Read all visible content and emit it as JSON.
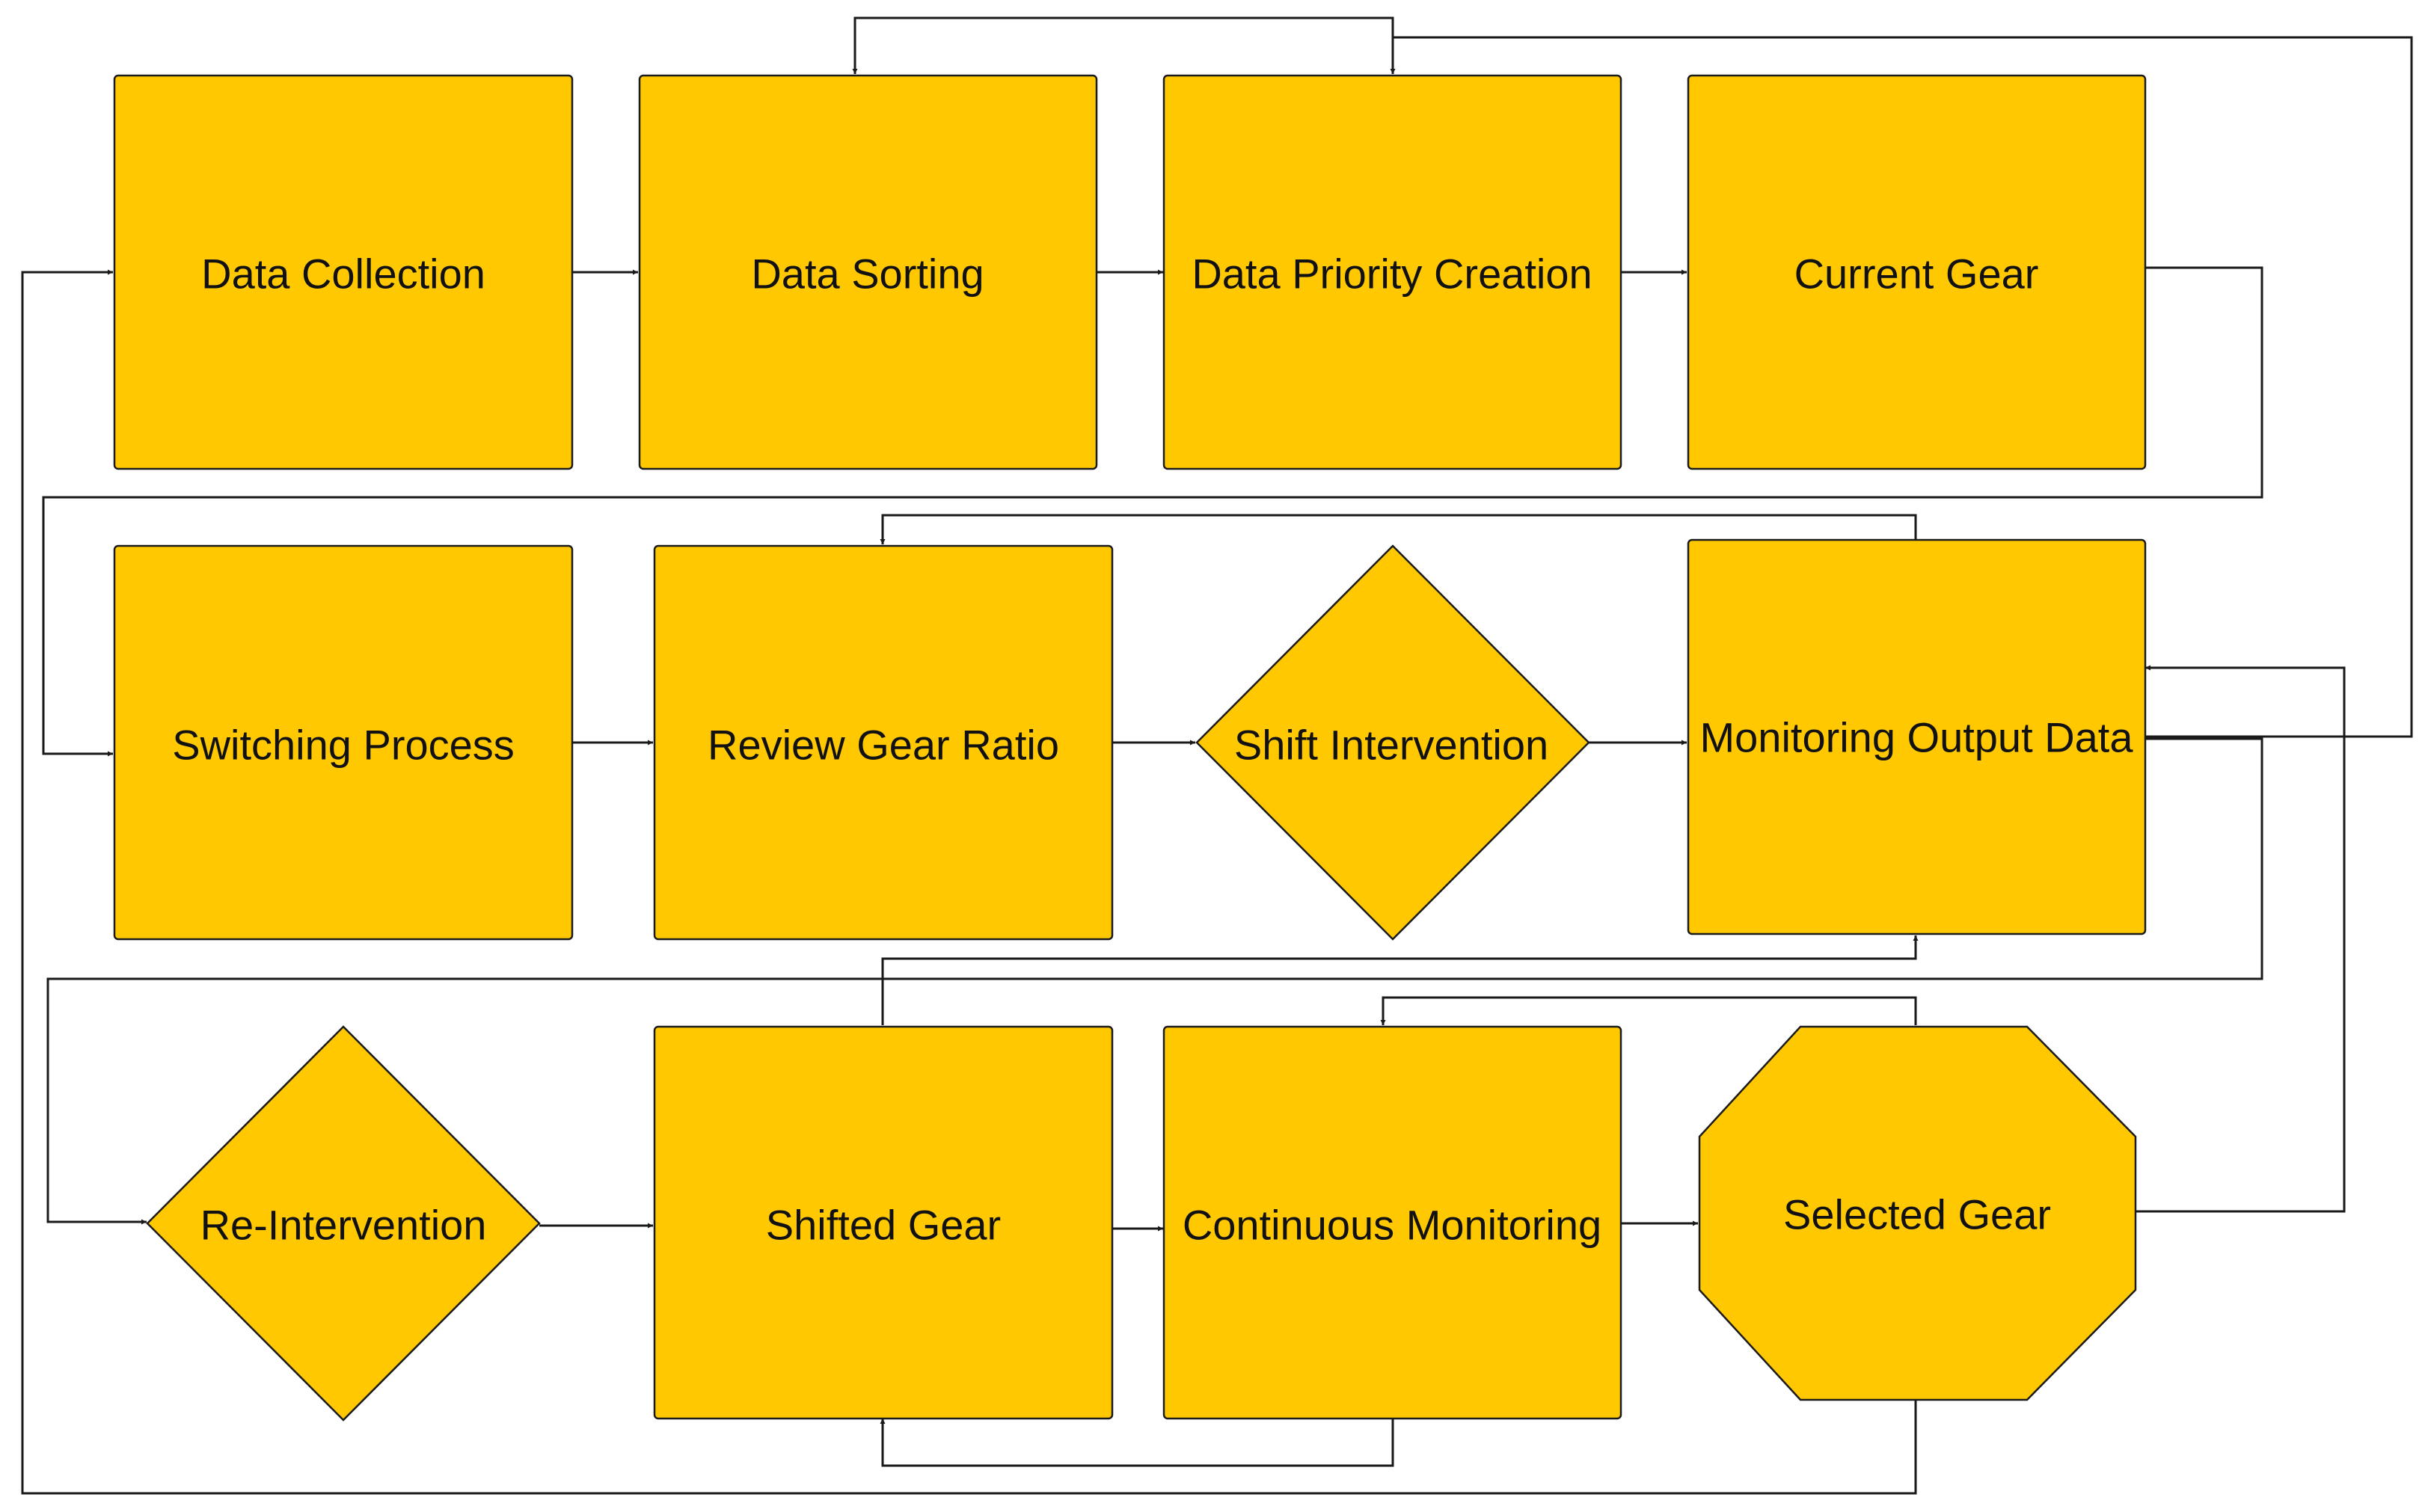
{
  "colors": {
    "node_fill": "#FFC800",
    "stroke": "#1a1a1a",
    "background": "#ffffff"
  },
  "nodes": {
    "data_collection": "Data Collection",
    "data_sorting": "Data Sorting",
    "data_priority_creation": "Data Priority Creation",
    "current_gear": "Current Gear",
    "switching_process": "Switching Process",
    "review_gear_ratio": "Review Gear Ratio",
    "shift_intervention": "Shift Intervention",
    "monitoring_output_data": "Monitoring Output Data",
    "re_intervention": "Re-Intervention",
    "shifted_gear": "Shifted Gear",
    "continuous_monitoring": "Continuous Monitoring",
    "selected_gear": "Selected Gear"
  }
}
